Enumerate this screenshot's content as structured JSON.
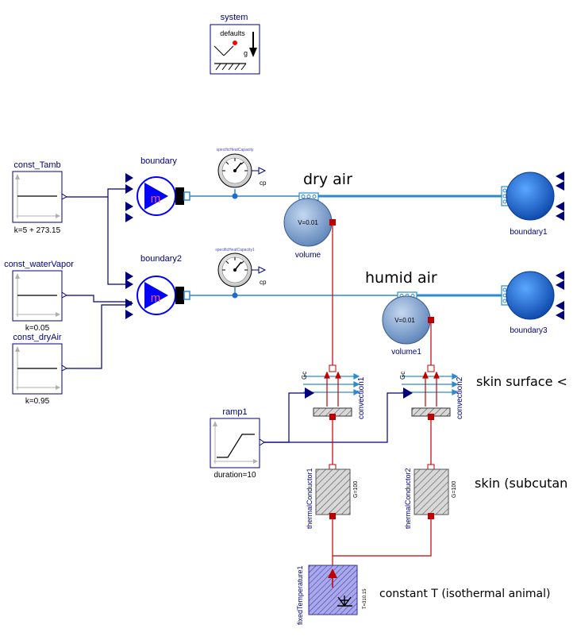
{
  "colors": {
    "blue_connector": "#00007f",
    "fluid_line": "#2a8ccf",
    "heat_line": "#c00000",
    "block_border": "#00007f",
    "boundary_fill": "#1e6bd6",
    "pump_fill": "#0000ff",
    "volume_fill": "#7fa3d0",
    "fixedT_fill": "#9a9ae0"
  },
  "components": {
    "system": {
      "name": "system",
      "label": "defaults",
      "g_symbol": "g"
    },
    "const_Tamb": {
      "name": "const_Tamb",
      "param": "k=5 + 273.15"
    },
    "const_waterVapor": {
      "name": "const_waterVapor",
      "param": "k=0.05"
    },
    "const_dryAir": {
      "name": "const_dryAir",
      "param": "k=0.95"
    },
    "boundary": {
      "name": "boundary",
      "symbol": "m"
    },
    "boundary2": {
      "name": "boundary2",
      "symbol": "m"
    },
    "specificHeatCapacity": {
      "name": "specificHeatCapacity",
      "out": "cp"
    },
    "specificHeatCapacity1": {
      "name": "specificHeatCapacity1",
      "out": "cp"
    },
    "volume": {
      "name": "volume",
      "param": "V=0.01"
    },
    "volume1": {
      "name": "volume1",
      "param": "V=0.01"
    },
    "boundary1": {
      "name": "boundary1"
    },
    "boundary3": {
      "name": "boundary3"
    },
    "convection1": {
      "name": "convection1",
      "gc": "Gc"
    },
    "convection2": {
      "name": "convection2",
      "gc": "Gc"
    },
    "ramp1": {
      "name": "ramp1",
      "param": "duration=10"
    },
    "thermalConductor1": {
      "name": "thermalConductor1",
      "param": "G=100"
    },
    "thermalConductor2": {
      "name": "thermalConductor2",
      "param": "G=100"
    },
    "fixedTemperature1": {
      "name": "fixedTemperature1",
      "param": "T=310.15"
    }
  },
  "annotations": {
    "dry_air": "dry air",
    "humid_air": "humid air",
    "skin_surface": "skin surface <",
    "skin_subcutan": "skin (subcutan",
    "constant_T": "constant T (isothermal animal)"
  }
}
